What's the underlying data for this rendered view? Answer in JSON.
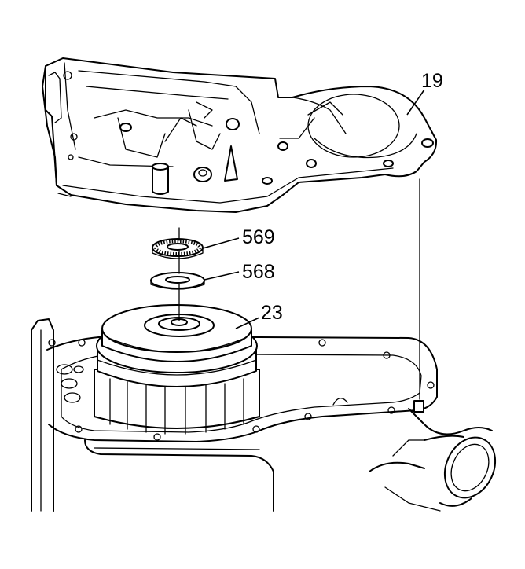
{
  "diagram": {
    "callouts": [
      {
        "id": "19",
        "label": "19"
      },
      {
        "id": "569",
        "label": "569"
      },
      {
        "id": "568",
        "label": "568"
      },
      {
        "id": "23",
        "label": "23"
      }
    ]
  }
}
